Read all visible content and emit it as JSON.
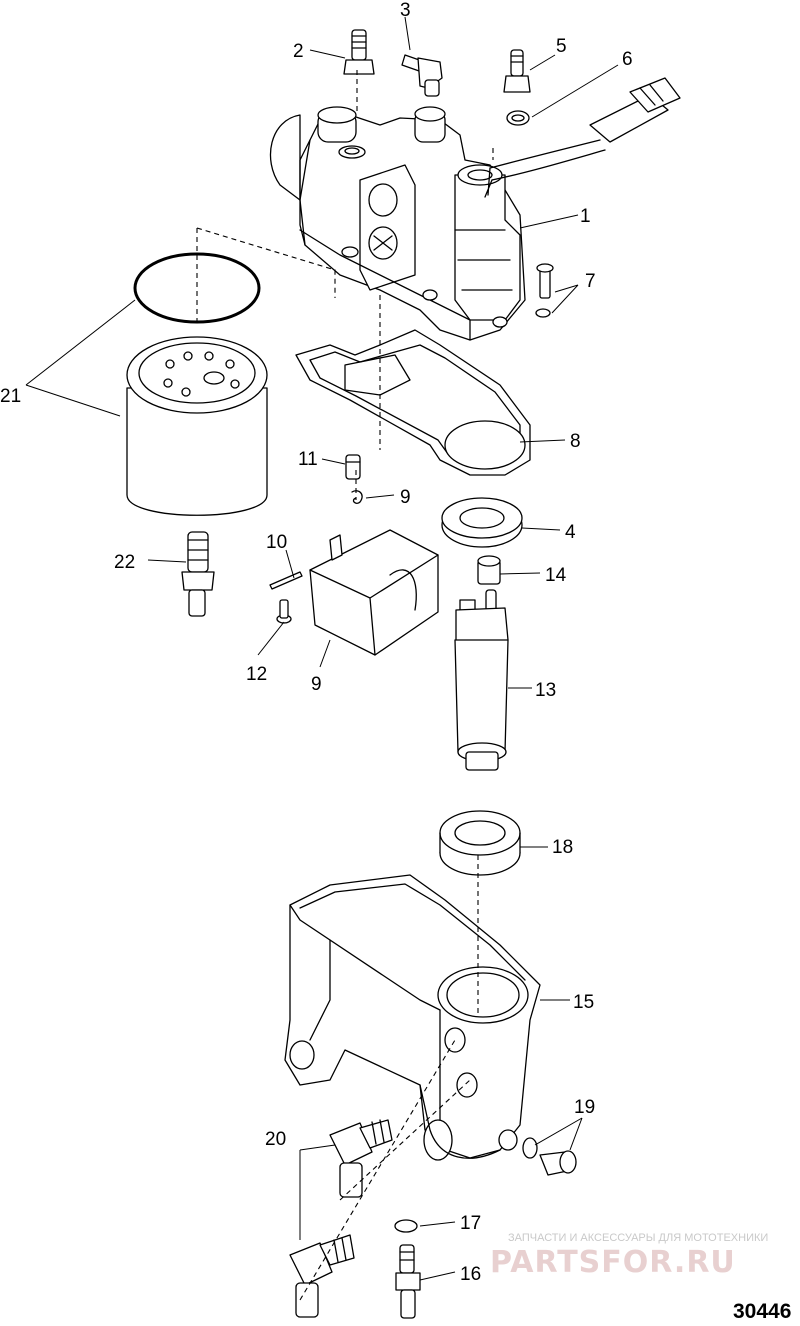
{
  "figure_number": "30446",
  "callouts": [
    "1",
    "2",
    "3",
    "4",
    "5",
    "6",
    "7",
    "8",
    "9",
    "9",
    "10",
    "11",
    "12",
    "13",
    "14",
    "15",
    "16",
    "17",
    "18",
    "19",
    "20",
    "21",
    "22"
  ],
  "watermark": {
    "tagline": "ЗАПЧАСТИ И АКСЕССУАРЫ ДЛЯ МОТОТЕХНИКИ",
    "brand": "PARTSFOR.RU"
  },
  "colors": {
    "line": "#000000",
    "watermark": "#e8d0d0"
  }
}
